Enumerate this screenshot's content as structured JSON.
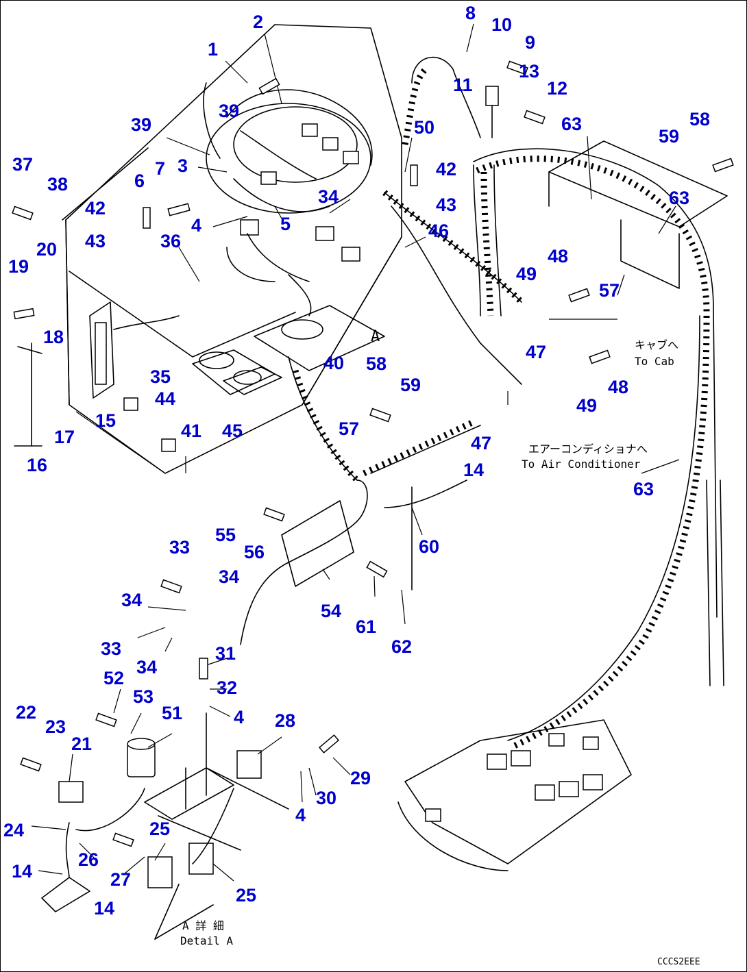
{
  "callouts": [
    {
      "n": "1"
    },
    {
      "n": "2"
    },
    {
      "n": "8"
    },
    {
      "n": "10"
    },
    {
      "n": "9"
    },
    {
      "n": "13"
    },
    {
      "n": "12"
    },
    {
      "n": "11"
    },
    {
      "n": "39"
    },
    {
      "n": "39"
    },
    {
      "n": "50"
    },
    {
      "n": "63"
    },
    {
      "n": "59"
    },
    {
      "n": "58"
    },
    {
      "n": "37"
    },
    {
      "n": "38"
    },
    {
      "n": "3"
    },
    {
      "n": "6"
    },
    {
      "n": "7"
    },
    {
      "n": "42"
    },
    {
      "n": "42"
    },
    {
      "n": "34"
    },
    {
      "n": "43"
    },
    {
      "n": "63"
    },
    {
      "n": "4"
    },
    {
      "n": "5"
    },
    {
      "n": "46"
    },
    {
      "n": "43"
    },
    {
      "n": "36"
    },
    {
      "n": "20"
    },
    {
      "n": "19"
    },
    {
      "n": "49"
    },
    {
      "n": "48"
    },
    {
      "n": "57"
    },
    {
      "n": "18"
    },
    {
      "n": "47"
    },
    {
      "n": "40"
    },
    {
      "n": "58"
    },
    {
      "n": "35"
    },
    {
      "n": "59"
    },
    {
      "n": "48"
    },
    {
      "n": "49"
    },
    {
      "n": "44"
    },
    {
      "n": "15"
    },
    {
      "n": "17"
    },
    {
      "n": "41"
    },
    {
      "n": "45"
    },
    {
      "n": "57"
    },
    {
      "n": "47"
    },
    {
      "n": "16"
    },
    {
      "n": "14"
    },
    {
      "n": "63"
    },
    {
      "n": "33"
    },
    {
      "n": "55"
    },
    {
      "n": "56"
    },
    {
      "n": "60"
    },
    {
      "n": "34"
    },
    {
      "n": "34"
    },
    {
      "n": "54"
    },
    {
      "n": "61"
    },
    {
      "n": "62"
    },
    {
      "n": "33"
    },
    {
      "n": "34"
    },
    {
      "n": "31"
    },
    {
      "n": "52"
    },
    {
      "n": "32"
    },
    {
      "n": "53"
    },
    {
      "n": "51"
    },
    {
      "n": "4"
    },
    {
      "n": "22"
    },
    {
      "n": "23"
    },
    {
      "n": "21"
    },
    {
      "n": "28"
    },
    {
      "n": "29"
    },
    {
      "n": "30"
    },
    {
      "n": "4"
    },
    {
      "n": "24"
    },
    {
      "n": "25"
    },
    {
      "n": "26"
    },
    {
      "n": "14"
    },
    {
      "n": "27"
    },
    {
      "n": "25"
    },
    {
      "n": "14"
    }
  ],
  "notes": {
    "view_a": "A",
    "to_cab_jp": "キャブへ",
    "to_cab_en": "To Cab",
    "to_ac_jp": "エアーコンディショナへ",
    "to_ac_en": "To Air Conditioner",
    "detail_jp": "A 詳 細",
    "detail_en": "Detail A",
    "drawing_code": "CCCS2EEE"
  }
}
